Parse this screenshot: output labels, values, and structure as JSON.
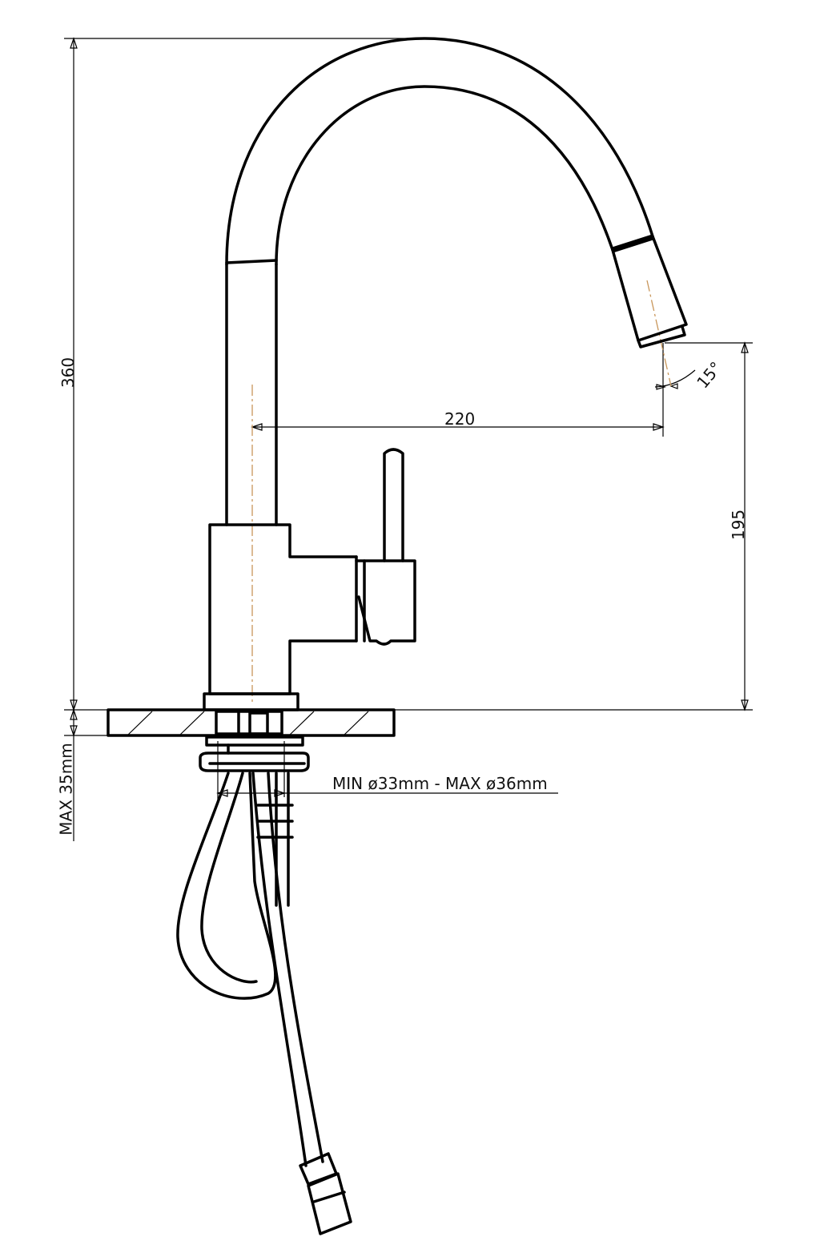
{
  "title": "Kitchen faucet dimension drawing",
  "dimensions": {
    "overall_height": "360",
    "spout_reach": "220",
    "spout_height": "195",
    "spray_angle": "15°",
    "max_counter_thickness": "MAX 35mm",
    "hole_diameter": "MIN ø33mm - MAX ø36mm"
  },
  "colors": {
    "line": "#000000",
    "centerline": "#c8965a"
  }
}
